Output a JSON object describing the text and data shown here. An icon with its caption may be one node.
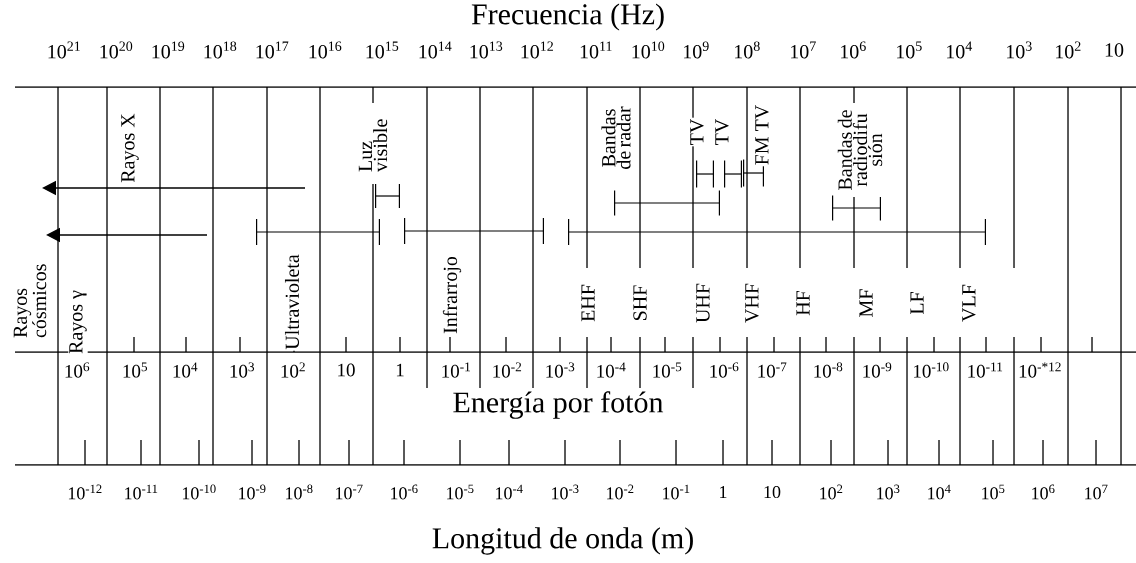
{
  "diagram": {
    "labels": [
      "Frecuencia (Hz)",
      "10$^{21}$",
      "10$^{20}$",
      "10$^{19}$",
      "10$^{18}$",
      "10$^{17}$",
      "10$^{16}$",
      "10$^{15}$",
      "10$^{14}$",
      "10$^{13}$",
      "10$^{12}$",
      "10$^{11}$",
      "10$^{10}$",
      "10$^{9}$",
      "10$^{8}$",
      "10$^{7}$",
      "10$^{6}$",
      "10$^{5}$",
      "10$^{4}$",
      "10$^{3}$",
      "10$^{2}$",
      "10",
      "Rayos X",
      "Luz visible",
      "Bandas de radar",
      "TV",
      "TV",
      "FM TV",
      "Bandas de radiodifu sión",
      "Rayos cósmicos",
      "Rayos γ",
      "Ultravioleta",
      "Infrarrojo",
      "EHF",
      "SHF",
      "UHF",
      "VHF",
      "HF",
      "MF",
      "LF",
      "VLF",
      "10$^{6}$",
      "10$^{5}$",
      "10$^{4}$",
      "10$^{3}$",
      "10$^{2}$",
      "10",
      "1",
      "10$^{-1}$",
      "10$^{-2}$",
      "10$^{-3}$",
      "10$^{-4}$",
      "10$^{-5}$",
      "10$^{-6}$",
      "10$^{-7}$",
      "10$^{-8}$",
      "10$^{-9}$",
      "10$^{-10}$",
      "10$^{-11}$",
      "10$^{-*12}$",
      "Energía por fotón",
      "10$^{-12}$",
      "10$^{-11}$",
      "10$^{-10}$",
      "10$^{-9}$",
      "10$^{-8}$",
      "10$^{-7}$",
      "10$^{-6}$",
      "10$^{-5}$",
      "10$^{-4}$",
      "10$^{-3}$",
      "10$^{-2}$",
      "10$^{-1}$",
      "1",
      "10",
      "10$^{2}$",
      "10$^{3}$",
      "10$^{4}$",
      "10$^{5}$",
      "10$^{6}$",
      "10$^{7}$",
      "Longitud de onda (m)"
    ]
  }
}
